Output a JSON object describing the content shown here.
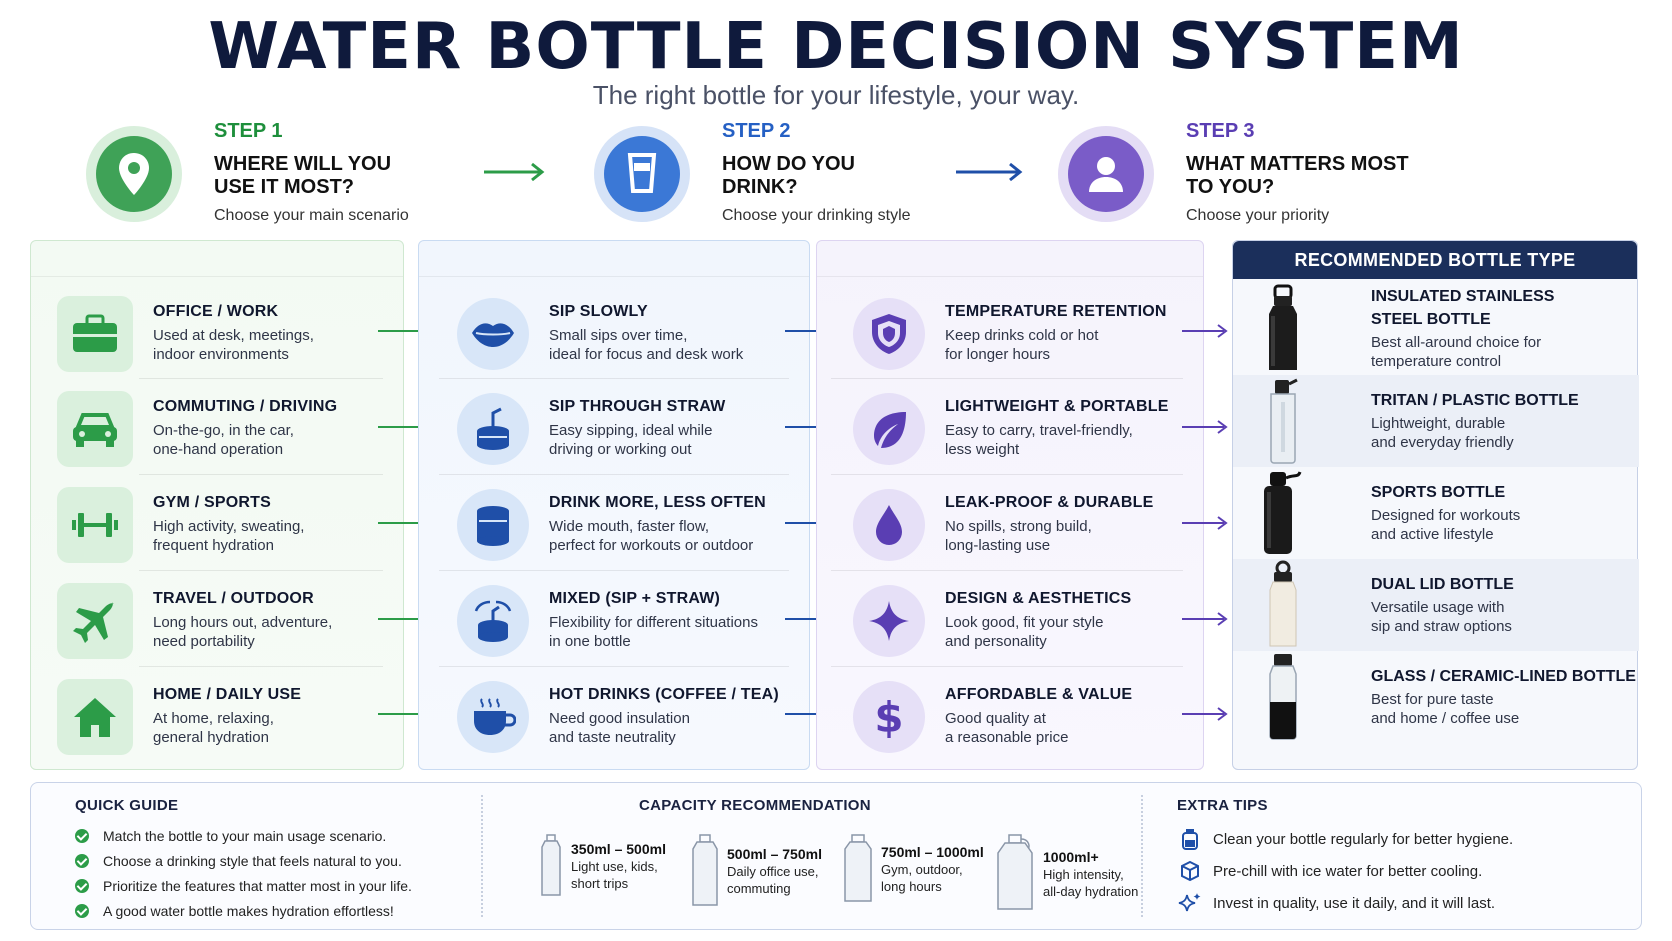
{
  "header": {
    "title": "WATER BOTTLE DECISION SYSTEM",
    "subtitle": "The right bottle for your lifestyle, your way."
  },
  "steps": [
    {
      "num": "STEP 1",
      "question": "WHERE WILL YOU USE IT MOST?",
      "hint": "Choose your main scenario",
      "color": "#1e8f3c",
      "icon": "map-pin-icon"
    },
    {
      "num": "STEP 2",
      "question": "HOW DO YOU DRINK?",
      "hint": "Choose your drinking style",
      "color": "#2560c4",
      "icon": "cup-icon"
    },
    {
      "num": "STEP 3",
      "question": "WHAT MATTERS MOST TO YOU?",
      "hint": "Choose your priority",
      "color": "#5a3eb3",
      "icon": "person-icon"
    }
  ],
  "scenarios": [
    {
      "title": "OFFICE / WORK",
      "line1": "Used at desk, meetings,",
      "line2": "indoor environments",
      "icon": "briefcase-icon"
    },
    {
      "title": "COMMUTING / DRIVING",
      "line1": "On-the-go, in the car,",
      "line2": "one-hand operation",
      "icon": "car-icon"
    },
    {
      "title": "GYM / SPORTS",
      "line1": "High activity, sweating,",
      "line2": "frequent hydration",
      "icon": "dumbbell-icon"
    },
    {
      "title": "TRAVEL / OUTDOOR",
      "line1": "Long hours out, adventure,",
      "line2": "need portability",
      "icon": "airplane-icon"
    },
    {
      "title": "HOME / DAILY USE",
      "line1": "At home, relaxing,",
      "line2": "general hydration",
      "icon": "house-icon"
    }
  ],
  "styles": [
    {
      "title": "SIP SLOWLY",
      "line1": "Small sips over time,",
      "line2": "ideal for focus and desk work",
      "icon": "lips-icon"
    },
    {
      "title": "SIP THROUGH STRAW",
      "line1": "Easy sipping, ideal while",
      "line2": "driving or working out",
      "icon": "straw-lid-icon"
    },
    {
      "title": "DRINK MORE, LESS OFTEN",
      "line1": "Wide mouth, faster flow,",
      "line2": "perfect for workouts or outdoor",
      "icon": "wide-mouth-icon"
    },
    {
      "title": "MIXED (SIP + STRAW)",
      "line1": "Flexibility for different situations",
      "line2": "in one bottle",
      "icon": "mixed-lid-icon"
    },
    {
      "title": "HOT DRINKS (COFFEE / TEA)",
      "line1": "Need good insulation",
      "line2": "and taste neutrality",
      "icon": "coffee-cup-icon"
    }
  ],
  "priorities": [
    {
      "title": "TEMPERATURE RETENTION",
      "line1": "Keep drinks cold or hot",
      "line2": "for longer hours",
      "icon": "shield-icon"
    },
    {
      "title": "LIGHTWEIGHT & PORTABLE",
      "line1": "Easy to carry, travel-friendly,",
      "line2": "less weight",
      "icon": "leaf-icon"
    },
    {
      "title": "LEAK-PROOF & DURABLE",
      "line1": "No spills, strong build,",
      "line2": "long-lasting use",
      "icon": "droplet-icon"
    },
    {
      "title": "DESIGN & AESTHETICS",
      "line1": "Look good, fit your style",
      "line2": "and personality",
      "icon": "sparkle-icon"
    },
    {
      "title": "AFFORDABLE & VALUE",
      "line1": "Good quality at",
      "line2": "a reasonable price",
      "icon": "dollar-icon"
    }
  ],
  "recommended": {
    "header": "RECOMMENDED BOTTLE TYPE",
    "items": [
      {
        "title1": "INSULATED STAINLESS",
        "title2": "STEEL BOTTLE",
        "line1": "Best all-around choice for",
        "line2": "temperature control"
      },
      {
        "title1": "TRITAN / PLASTIC BOTTLE",
        "title2": "",
        "line1": "Lightweight, durable",
        "line2": "and everyday friendly"
      },
      {
        "title1": "SPORTS BOTTLE",
        "title2": "",
        "line1": "Designed for workouts",
        "line2": "and active lifestyle"
      },
      {
        "title1": "DUAL LID BOTTLE",
        "title2": "",
        "line1": "Versatile usage with",
        "line2": "sip and straw options"
      },
      {
        "title1": "GLASS / CERAMIC-LINED BOTTLE",
        "title2": "",
        "line1": "Best for pure taste",
        "line2": "and home / coffee use"
      }
    ]
  },
  "quick_guide": {
    "title": "QUICK GUIDE",
    "items": [
      "Match the bottle to your main usage scenario.",
      "Choose a drinking style that feels natural to you.",
      "Prioritize the features that matter most in your life.",
      "A good water bottle makes hydration effortless!"
    ]
  },
  "capacity": {
    "title": "CAPACITY RECOMMENDATION",
    "items": [
      {
        "size": "350ml – 500ml",
        "line1": "Light use, kids,",
        "line2": "short trips"
      },
      {
        "size": "500ml – 750ml",
        "line1": "Daily office use,",
        "line2": "commuting"
      },
      {
        "size": "750ml – 1000ml",
        "line1": "Gym, outdoor,",
        "line2": "long hours"
      },
      {
        "size": "1000ml+",
        "line1": "High intensity,",
        "line2": "all-day hydration"
      }
    ]
  },
  "tips": {
    "title": "EXTRA TIPS",
    "items": [
      {
        "text": "Clean your bottle regularly for better hygiene.",
        "icon": "bottle-clean-icon"
      },
      {
        "text": "Pre-chill with ice water for better cooling.",
        "icon": "ice-cube-icon"
      },
      {
        "text": "Invest in quality, use it daily, and it will last.",
        "icon": "sparkles-icon"
      }
    ]
  },
  "colors": {
    "green": "#2c9c48",
    "blue": "#1f4fa8",
    "purple": "#5a3eb3",
    "navy": "#1b2f5b"
  }
}
